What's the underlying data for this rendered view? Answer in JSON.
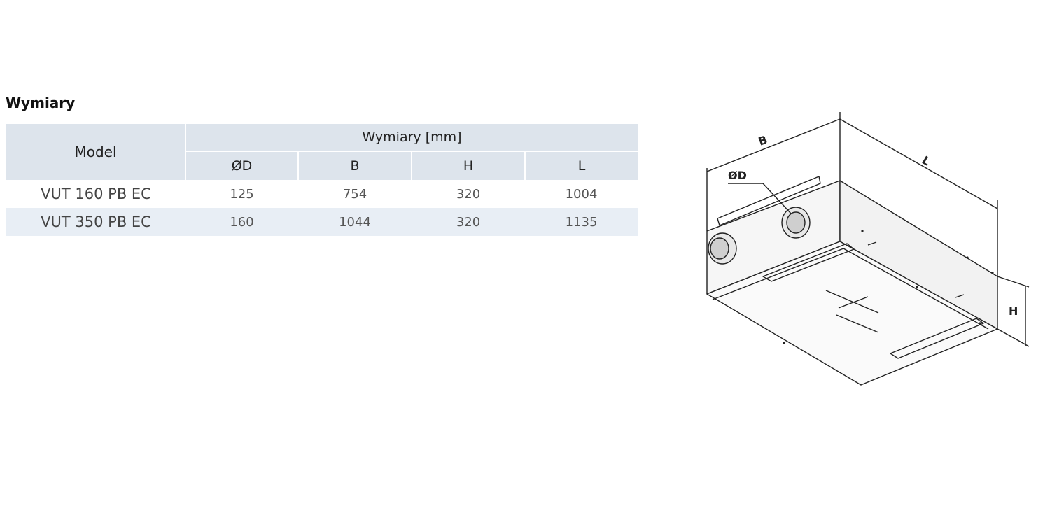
{
  "section": {
    "title": "Wymiary"
  },
  "table": {
    "model_header": "Model",
    "group_header": "Wymiary [mm]",
    "columns": [
      "ØD",
      "B",
      "H",
      "L"
    ],
    "rows": [
      {
        "model": "VUT 160 PB EC",
        "values": [
          "125",
          "754",
          "320",
          "1004"
        ]
      },
      {
        "model": "VUT 350 PB EC",
        "values": [
          "160",
          "1044",
          "320",
          "1135"
        ]
      }
    ]
  },
  "diagram": {
    "labels": {
      "width": "B",
      "length": "L",
      "height": "H",
      "diameter": "ØD"
    }
  },
  "colors": {
    "header_bg": "#dde4ec",
    "alt_row_bg": "#e8eef5"
  }
}
